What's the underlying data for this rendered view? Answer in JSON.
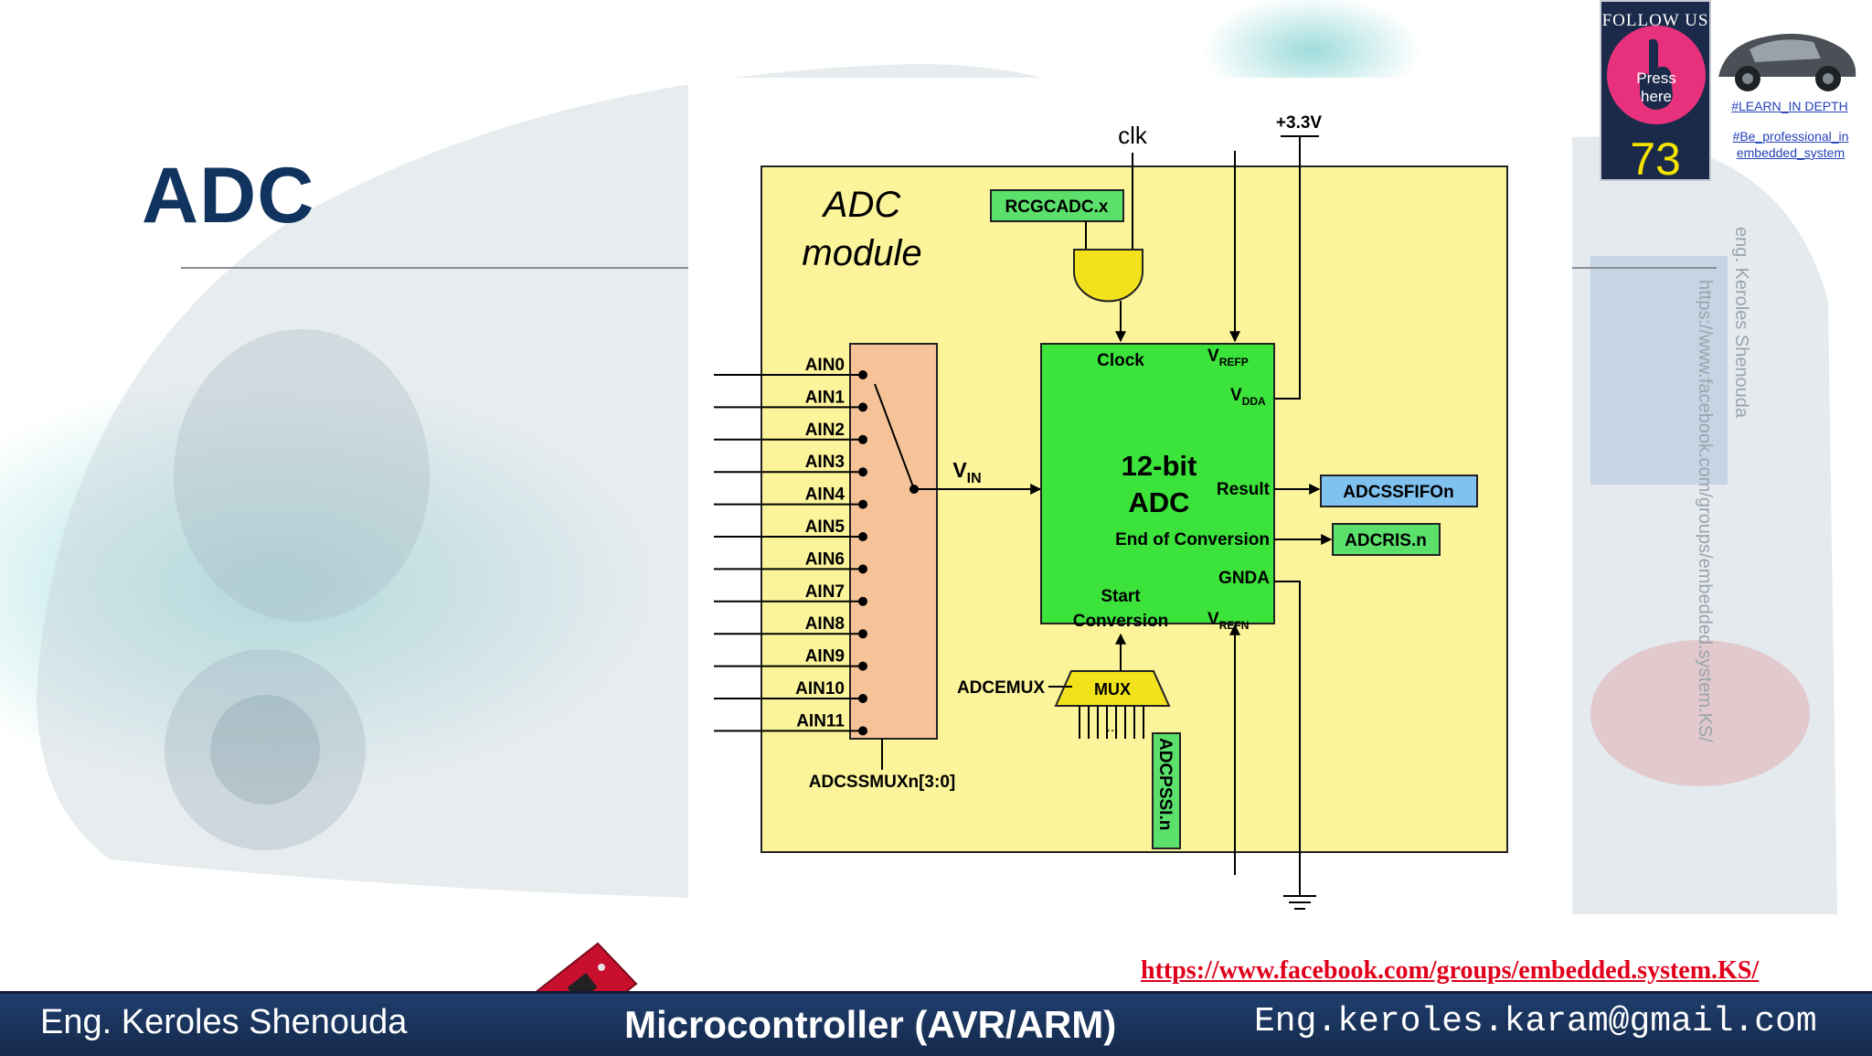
{
  "slide": {
    "title": "ADC"
  },
  "diagram": {
    "module_label": [
      "ADC",
      "module"
    ],
    "clk": "clk",
    "supply": "+3.3V",
    "rcgc_register": "RCGCADC.x",
    "analog_inputs": [
      "AIN0",
      "AIN1",
      "AIN2",
      "AIN3",
      "AIN4",
      "AIN5",
      "AIN6",
      "AIN7",
      "AIN8",
      "AIN9",
      "AIN10",
      "AIN11"
    ],
    "mux_select": "ADCSSMUXn[3:0]",
    "vin": {
      "main": "V",
      "sub": "IN"
    },
    "adc_block": {
      "clock": "Clock",
      "vrefp": {
        "main": "V",
        "sub": "REFP"
      },
      "vdda": {
        "main": "V",
        "sub": "DDA"
      },
      "title_1": "12-bit",
      "title_2": "ADC",
      "result": "Result",
      "end_of_conversion": "End of Conversion",
      "gnda": "GNDA",
      "start_1": "Start",
      "start_2": "Conversion",
      "vrefn": {
        "main": "V",
        "sub": "REFN"
      }
    },
    "fifo_register": "ADCSSFIFOn",
    "ris_register": "ADCRIS.n",
    "emux_label": "ADCEMUX",
    "mux_label": "MUX",
    "mux_dots": "...",
    "pssi_register": "ADCPSSI.n"
  },
  "follow_card": {
    "title": "FOLLOW US",
    "press_line1": "Press",
    "press_line2": "here",
    "count": "73"
  },
  "tags": {
    "learn": "#LEARN_IN DEPTH",
    "professional_1": "#Be_professional_in",
    "professional_2": "embedded_system"
  },
  "watermarks": {
    "author": "eng. Keroles Shenouda",
    "group_url": "https://www.facebook.com/groups/embedded.system.KS/"
  },
  "facebook_link": "https://www.facebook.com/groups/embedded.system.KS/",
  "footer": {
    "author": "Eng. Keroles Shenouda",
    "course": "Microcontroller (AVR/ARM)",
    "email": "Eng.keroles.karam@gmail.com"
  },
  "colors": {
    "title": "#10345f",
    "module_fill": "#fbf49a",
    "mux_fill": "#f6c399",
    "adc_fill": "#3be33b",
    "register_fill": "#5ae06b",
    "fifo_fill": "#7fc1ef",
    "mux_trap": "#f1e21c",
    "footer": "#1a3560",
    "link": "#e0001b"
  }
}
